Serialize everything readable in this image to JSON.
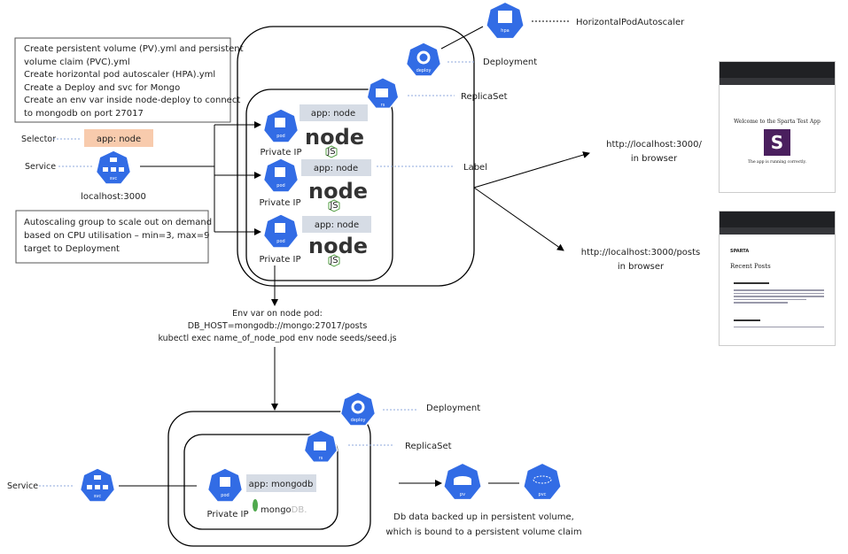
{
  "notes": {
    "steps": [
      "Create persistent volume (PV).yml and persistent",
      "volume claim (PVC).yml",
      "Create horizontal pod autoscaler (HPA).yml",
      "Create a Deploy and svc for Mongo",
      "Create an env var inside node-deploy to connect",
      "to mongodb on port 27017"
    ],
    "autoscaling": [
      "Autoscaling group to scale out on demand",
      "based on CPU utilisation – min=3, max=9",
      "target to Deployment"
    ]
  },
  "selector": {
    "label": "Selector",
    "value": "app: node",
    "color": "#f8cbad"
  },
  "service_top": {
    "label": "Service",
    "address": "localhost:3000"
  },
  "hpa": {
    "label": "HorizontalPodAutoscaler",
    "icon": "hpa"
  },
  "node_deployment": {
    "deployment_label": "Deployment",
    "replicaset_label": "ReplicaSet",
    "label_label": "Label",
    "pods": [
      {
        "app_label": "app: node",
        "ip": "Private IP",
        "logo": "node"
      },
      {
        "app_label": "app: node",
        "ip": "Private IP",
        "logo": "node"
      },
      {
        "app_label": "app: node",
        "ip": "Private IP",
        "logo": "node"
      }
    ]
  },
  "icons": {
    "deploy": "deploy",
    "rs": "rs",
    "pod": "pod",
    "svc": "svc",
    "pv": "pv",
    "pvc": "pvc",
    "js": "JS"
  },
  "browser_links": [
    {
      "url": "http://localhost:3000/",
      "suffix": "in browser"
    },
    {
      "url": "http://localhost:3000/posts",
      "suffix": "in browser"
    }
  ],
  "browser_screens": {
    "home": {
      "title": "Welcome to the Sparta Test App",
      "status": "The app is running correctly.",
      "logo_letter": "S"
    },
    "posts": {
      "brand": "SPARTA",
      "heading": "Recent Posts"
    }
  },
  "env_var": [
    "Env var on node pod:",
    "DB_HOST=mongodb://mongo:27017/posts",
    "kubectl exec name_of_node_pod env node seeds/seed.js"
  ],
  "mongo_deployment": {
    "deployment_label": "Deployment",
    "replicaset_label": "ReplicaSet",
    "service_label": "Service",
    "app_label": "app: mongodb",
    "ip": "Private IP",
    "logo_text_a": "mongo",
    "logo_text_b": "DB."
  },
  "storage": {
    "caption": [
      "Db data backed up in persistent volume,",
      "which is bound to a persistent volume claim"
    ]
  },
  "colors": {
    "k8s_blue": "#326ce5",
    "label_grey": "#d6dce5",
    "node_green": "#539e43",
    "mongo_green": "#4fa94d",
    "dashed_blue": "#8faadc"
  }
}
